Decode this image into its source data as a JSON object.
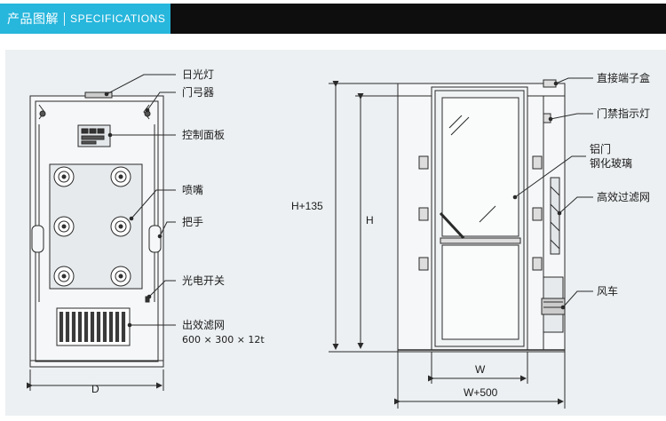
{
  "header": {
    "title_cn": "产品图解",
    "title_en": "SPECIFICATIONS"
  },
  "colors": {
    "accent": "#27b6dc",
    "bar": "#0e0e0e",
    "panel": "#ecf0f2",
    "line": "#2a2a2a"
  },
  "front_view": {
    "labels": {
      "light": "日光灯",
      "door_bell": "门弓器",
      "control_panel": "控制面板",
      "nozzle": "喷嘴",
      "handle": "把手",
      "photo_switch": "光电开关",
      "outlet_filter": "出效滤网",
      "outlet_filter_size": "600 × 300 × 12t"
    },
    "dimension_width": "D"
  },
  "side_view": {
    "labels": {
      "junction_box": "直接端子盒",
      "door_lamp": "门禁指示灯",
      "door_glass_1": "铝门",
      "door_glass_2": "钢化玻璃",
      "hepa": "高效过滤网",
      "fan": "风车"
    },
    "dimension_outer_height": "H+135",
    "dimension_height": "H",
    "dimension_door_width": "W",
    "dimension_outer_width": "W+500"
  }
}
